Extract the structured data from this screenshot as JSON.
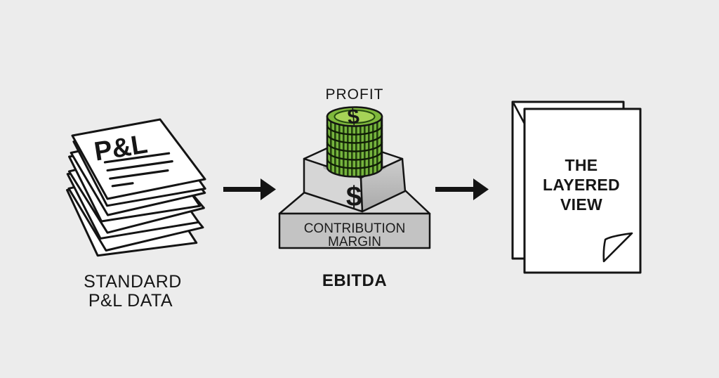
{
  "diagram": {
    "left_group": {
      "stack_sheet_title": "P&L",
      "caption_line1": "STANDARD",
      "caption_line2": "P&L DATA"
    },
    "middle_group": {
      "top_label": "PROFIT",
      "coin_symbol": "$",
      "block_symbol": "$",
      "tier_line1": "CONTRIBUTION",
      "tier_line2": "MARGIN",
      "caption": "EBITDA"
    },
    "right_group": {
      "doc_line1": "THE",
      "doc_line2": "LAYERED",
      "doc_line3": "VIEW"
    },
    "icons": {
      "pnl-paper-stack-icon": "messy pile of P&L report sheets",
      "arrow-right-icon": "solid black right arrow",
      "profit-coin-stack-icon": "stack of green dollar coins",
      "ebitda-pedestal-icon": "two-tier gray 3D pedestal",
      "layered-view-document-icon": "two overlapping pages with folded corner"
    },
    "colors": {
      "background": "#ececec",
      "ink": "#141414",
      "paper": "#ffffff",
      "pedestal_top": "#e4e4e4",
      "pedestal_left": "#d6d6d6",
      "pedestal_right": "#b9b9b9",
      "tier_front": "#c3c3c3",
      "tier_top": "#d9d9d9",
      "coin_face_outer": "#7fb83c",
      "coin_face_inner": "#a6d357",
      "coin_side": "#76b43e",
      "coin_ridge": "#24410f"
    }
  }
}
